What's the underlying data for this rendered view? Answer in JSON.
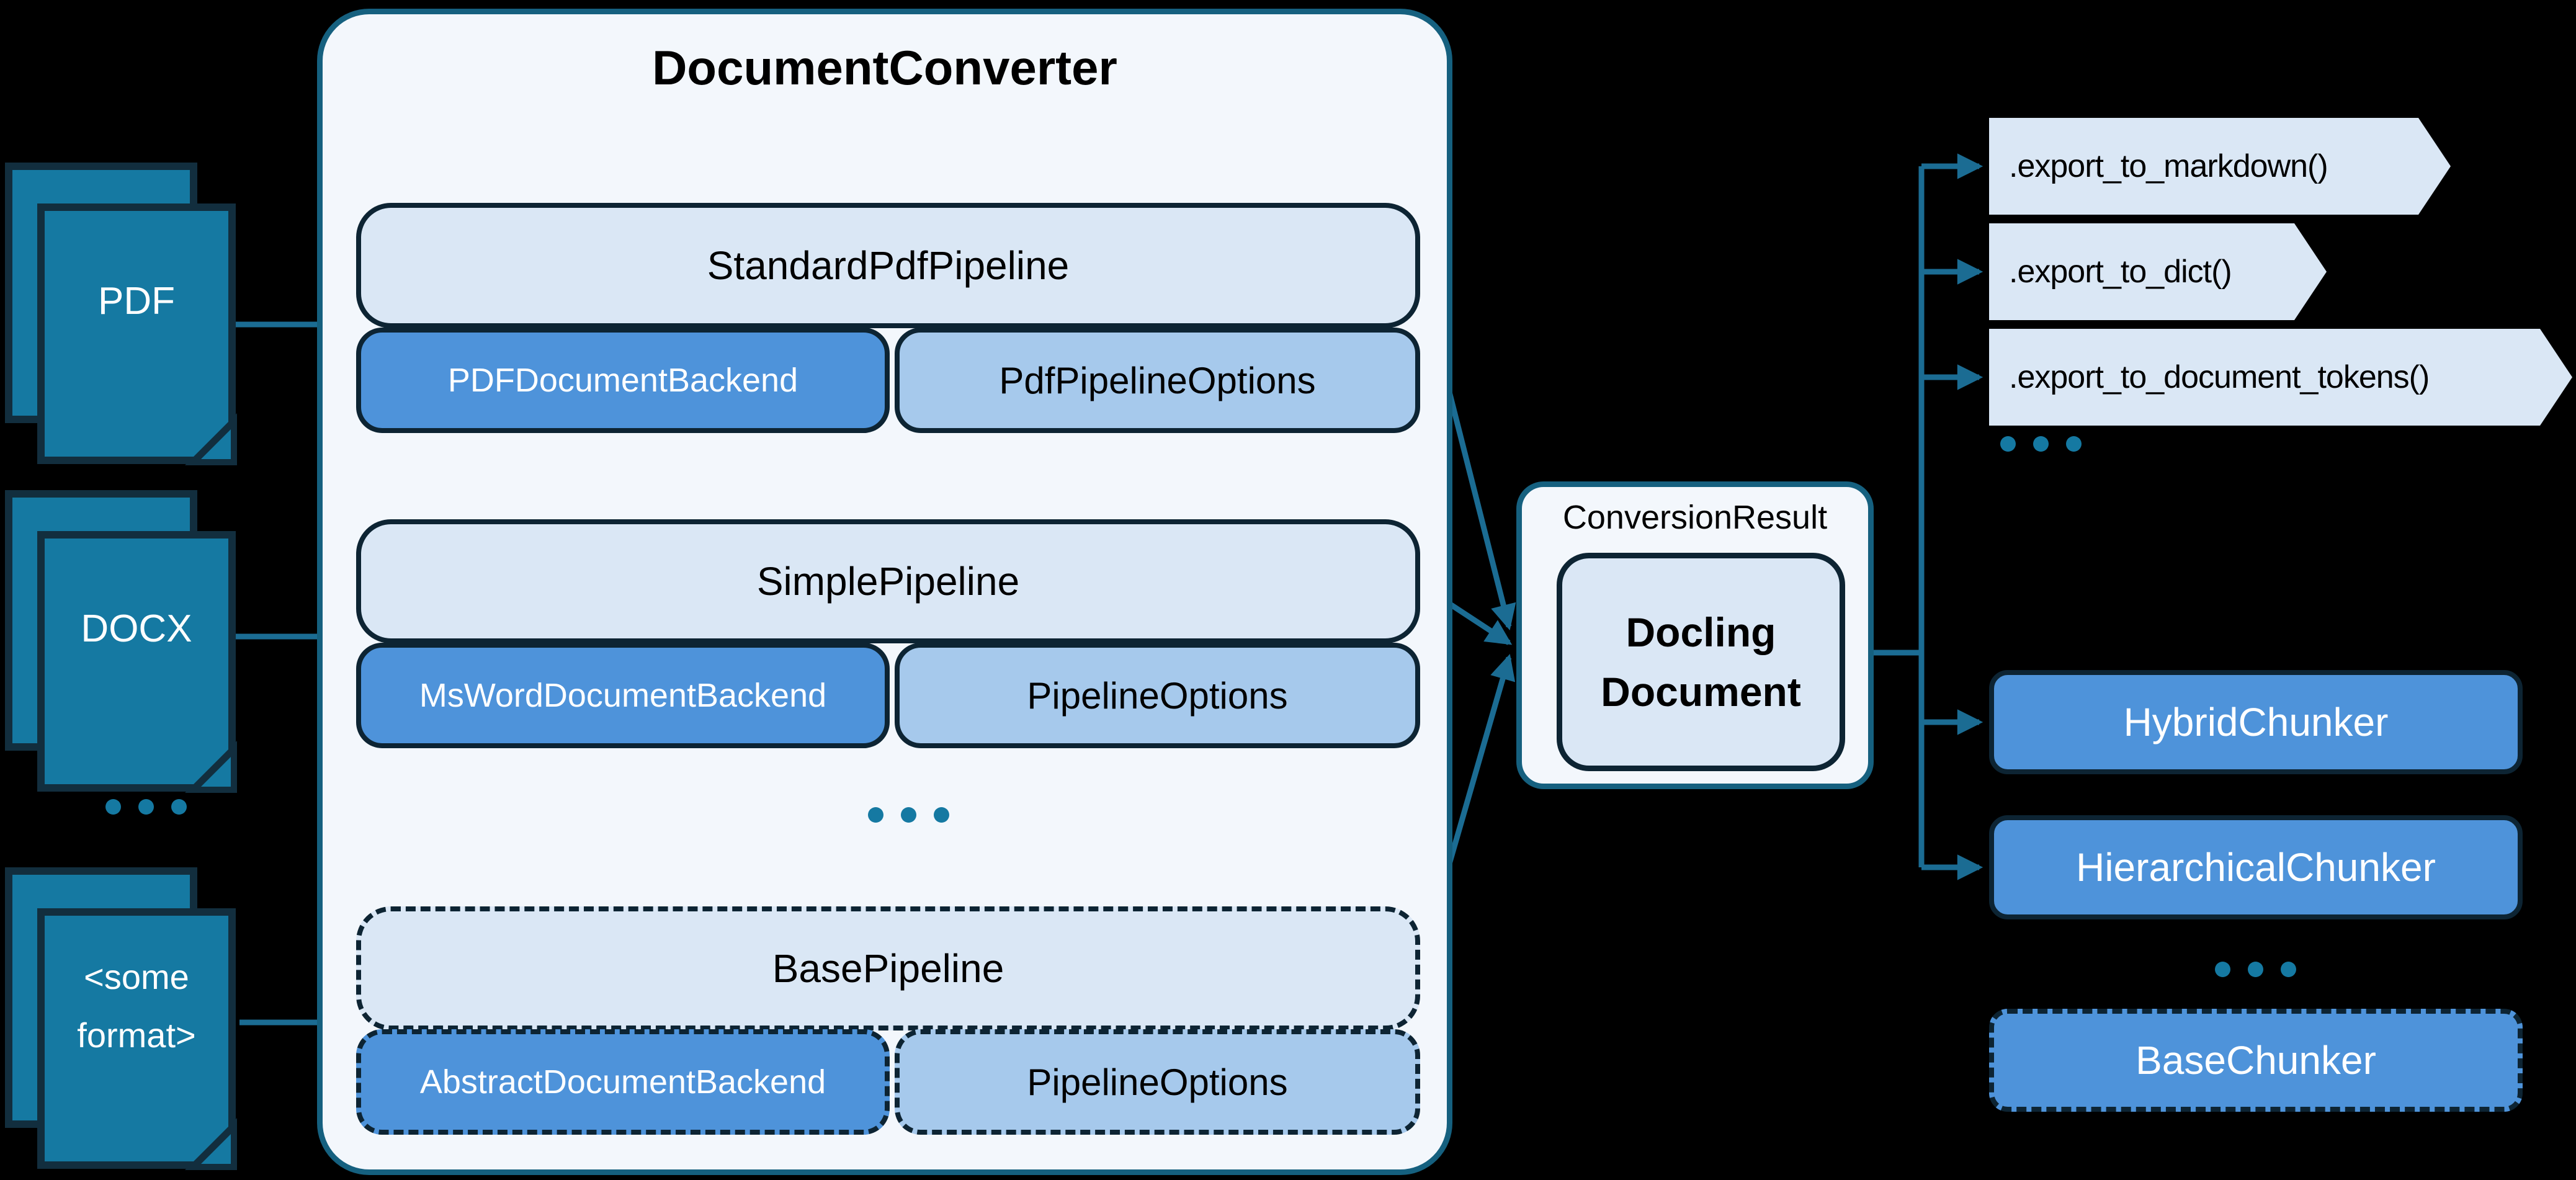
{
  "colors": {
    "background": "#000000",
    "connector": "#1b6c93",
    "panel_border": "#15607f",
    "panel_fill": "#f3f7fc",
    "box_border": "#0d2433",
    "light_box_fill": "#dae7f5",
    "backend_fill": "#4e93da",
    "options_fill": "#a6c9ec",
    "doc_icon_fill": "#1579a2",
    "doc_icon_border": "#122e3e",
    "ellipsis_dot": "#1579a2",
    "text_dark": "#000000",
    "text_light": "#ffffff"
  },
  "inputs": {
    "pdf": {
      "label": "PDF"
    },
    "docx": {
      "label": "DOCX"
    },
    "other": {
      "line1": "<some",
      "line2": "format>"
    },
    "ellipsis": "..."
  },
  "converter": {
    "title": "DocumentConverter",
    "pipelines": [
      {
        "name": "StandardPdfPipeline",
        "backend": "PDFDocumentBackend",
        "options": "PdfPipelineOptions",
        "dashed": false
      },
      {
        "name": "SimplePipeline",
        "backend": "MsWordDocumentBackend",
        "options": "PipelineOptions",
        "dashed": false
      },
      {
        "name": "BasePipeline",
        "backend": "AbstractDocumentBackend",
        "options": "PipelineOptions",
        "dashed": true
      }
    ],
    "ellipsis": "..."
  },
  "result": {
    "label": "ConversionResult",
    "document": {
      "line1": "Docling",
      "line2": "Document"
    }
  },
  "exports": {
    "items": [
      ".export_to_markdown()",
      ".export_to_dict()",
      ".export_to_document_tokens()"
    ],
    "ellipsis": "..."
  },
  "chunkers": {
    "items": [
      "HybridChunker",
      "HierarchicalChunker"
    ],
    "ellipsis": "...",
    "base": "BaseChunker"
  }
}
